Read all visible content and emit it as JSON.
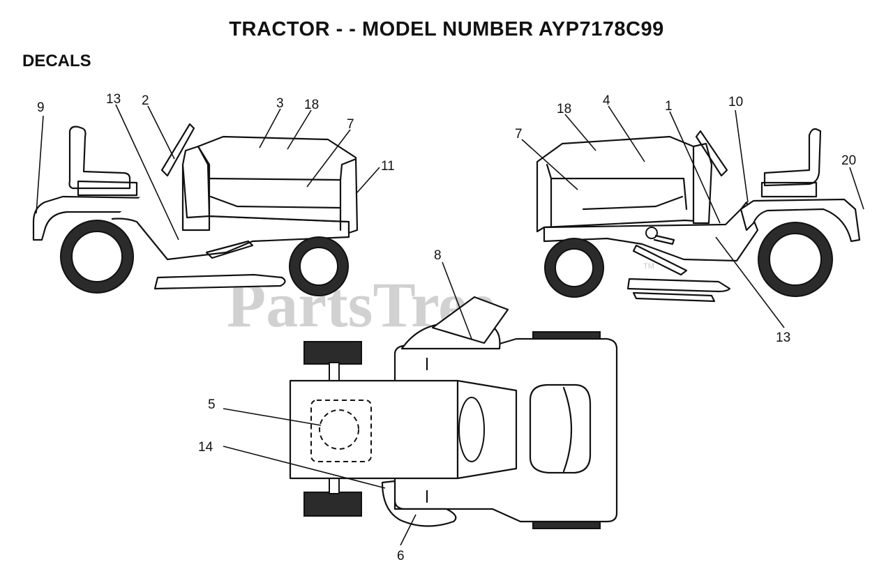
{
  "title": "TRACTOR - - MODEL NUMBER AYP7178C99",
  "section": "DECALS",
  "watermark": {
    "text": "PartsTree",
    "tm": "TM"
  },
  "callouts": {
    "left": [
      "9",
      "13",
      "2",
      "3",
      "18",
      "7",
      "11"
    ],
    "right": [
      "18",
      "4",
      "1",
      "10",
      "7",
      "20",
      "13"
    ],
    "top": [
      "8",
      "5",
      "14",
      "6"
    ]
  }
}
